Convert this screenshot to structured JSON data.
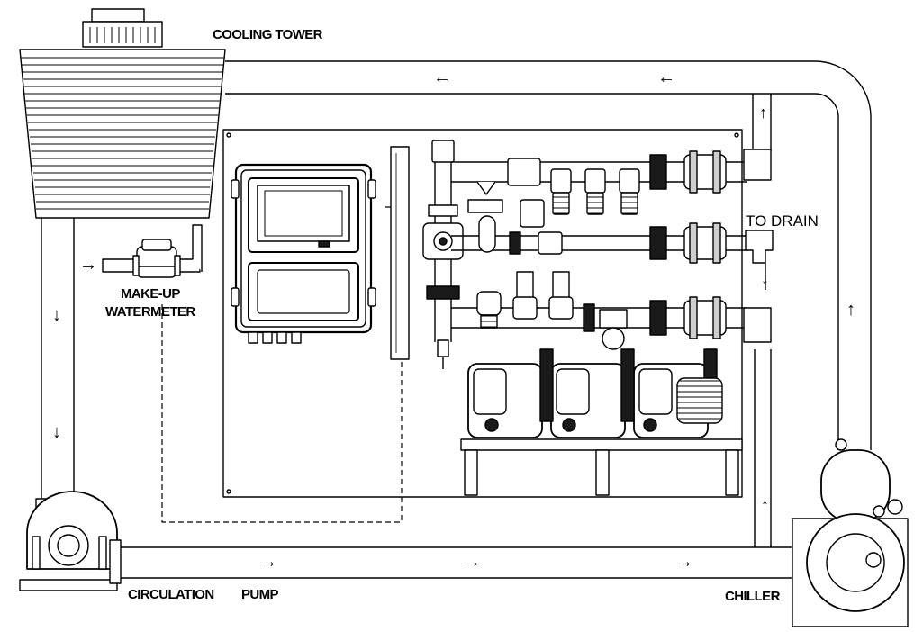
{
  "labels": {
    "cooling_tower": "COOLING TOWER",
    "to_drain": "TO DRAIN",
    "makeup_line1": "MAKE-UP",
    "makeup_line2": "WATERMETER",
    "circulation": "CIRCULATION",
    "pump": "PUMP",
    "chiller": "CHILLER"
  },
  "colors": {
    "line": "#000000",
    "background": "#ffffff",
    "dark_fill": "#1a1a1a",
    "gray_fill": "#cfcfcf"
  },
  "flow_arrows": [
    "←",
    "←",
    "→",
    "→",
    "→",
    "↓",
    "↓",
    "↓",
    "↑",
    "↑",
    "→",
    "↑"
  ]
}
